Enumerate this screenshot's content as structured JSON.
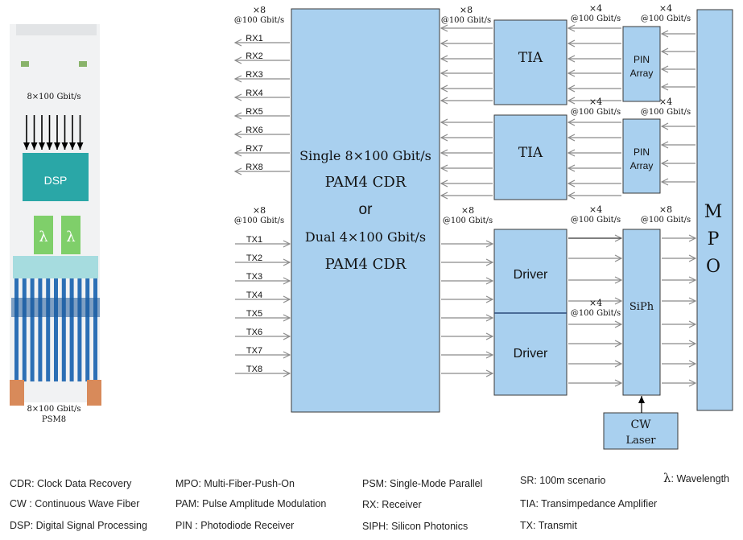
{
  "module": {
    "top_rate": "8×100 Gbit/s",
    "dsp_label": "DSP",
    "lambda_left": "λ",
    "lambda_right": "λ",
    "bottom_rate": "8×100 Gbit/s",
    "bottom_name": "PSM8"
  },
  "rx_labels": [
    "RX1",
    "RX2",
    "RX3",
    "RX4",
    "RX5",
    "RX6",
    "RX7",
    "RX8"
  ],
  "tx_labels": [
    "TX1",
    "TX2",
    "TX3",
    "TX4",
    "TX5",
    "TX6",
    "TX7",
    "TX8"
  ],
  "rates": {
    "x8": "×8",
    "x4": "×4",
    "lane": "@100 Gbit/s"
  },
  "cdr": {
    "line1": "Single 8×100 Gbit/s",
    "line2": "PAM4 CDR",
    "line3": "or",
    "line4": "Dual 4×100 Gbit/s",
    "line5": "PAM4 CDR"
  },
  "blocks": {
    "tia": "TIA",
    "pin_line1": "PIN",
    "pin_line2": "Array",
    "driver": "Driver",
    "siph": "SiPh",
    "cw_line1": "CW",
    "cw_line2": "Laser",
    "mpo": [
      "M",
      "P",
      "O"
    ]
  },
  "legend": {
    "c1": [
      "CDR: Clock Data Recovery",
      "CW : Continuous Wave Fiber",
      "DSP: Digital Signal Processing"
    ],
    "c2": [
      "MPO: Multi-Fiber-Push-On",
      "PAM: Pulse Amplitude Modulation",
      "PIN : Photodiode Receiver"
    ],
    "c3": [
      "PSM: Single-Mode Parallel",
      "RX: Receiver",
      "SIPH: Silicon Photonics"
    ],
    "c4": [
      "SR: 100m scenario",
      "TIA: Transimpedance Amplifier",
      "TX: Transmit"
    ],
    "lambda_symbol": "λ",
    "lambda_text": ": Wavelength"
  },
  "colors": {
    "block_fill": "#a9d0ef",
    "block_stroke": "#3a3a3a",
    "dsp_teal": "#2aa7a7",
    "lambda_green": "#7fcf6a",
    "module_blue": "#2c6fb5",
    "connector_orange": "#d88a5a",
    "arrow_gray": "#8a8a8a"
  }
}
